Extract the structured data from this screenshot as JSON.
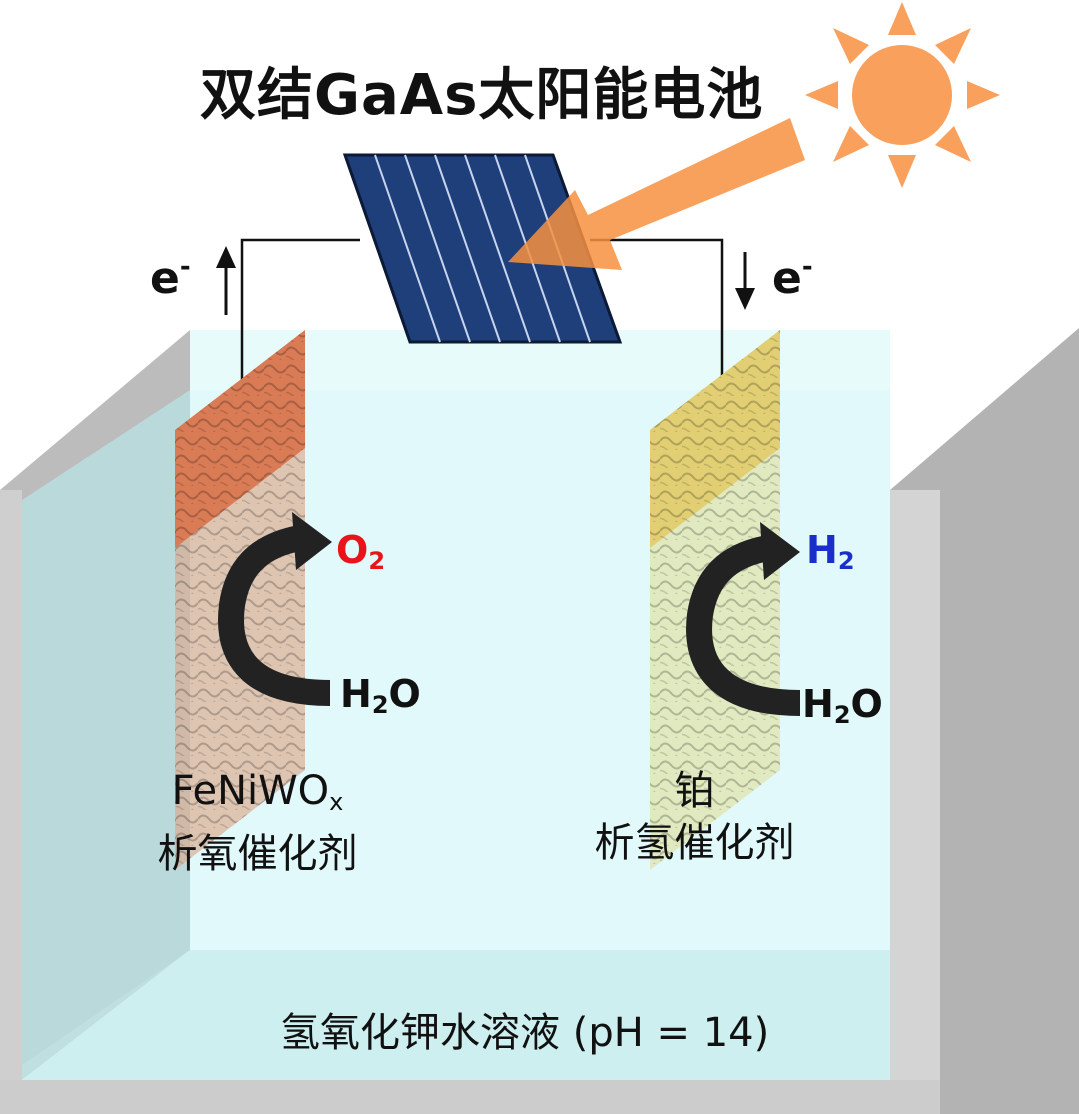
{
  "title": "双结GaAs太阳能电池",
  "electron_label": "e",
  "electron_charge": "-",
  "anode": {
    "product_main": "O",
    "product_sub": "2",
    "product_color": "#e8141a",
    "reactant_a": "H",
    "reactant_sub": "2",
    "reactant_b": "O",
    "catalyst_name_main": "FeNiWO",
    "catalyst_name_sub": "x",
    "catalyst_role": "析氧催化剂",
    "electrode_color": "#d9825a"
  },
  "cathode": {
    "product_main": "H",
    "product_sub": "2",
    "product_color": "#1a2fc9",
    "reactant_a": "H",
    "reactant_sub": "2",
    "reactant_b": "O",
    "catalyst_name": "铂",
    "catalyst_role": "析氢催化剂",
    "electrode_color": "#e3d27a"
  },
  "electrolyte": "氢氧化钾水溶液 (pH = 14)",
  "colors": {
    "sun": "#f8a05c",
    "sunlight_arrow": "#f7913f",
    "solar_panel": "#1e3f7a",
    "water": "#dff7f8",
    "tank_wall": "#c7c7c7"
  }
}
